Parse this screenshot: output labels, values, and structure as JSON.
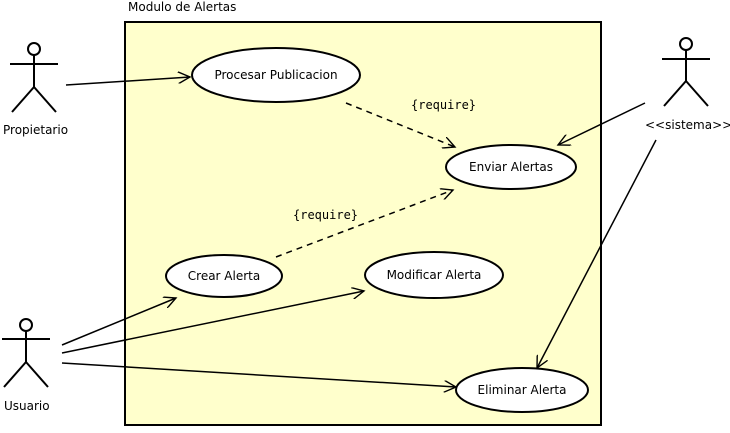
{
  "system": {
    "title": "Modulo de Alertas",
    "fill_color": "#ffffcc"
  },
  "actors": {
    "propietario": "Propietario",
    "usuario": "Usuario",
    "sistema": "<<sistema>>"
  },
  "use_cases": {
    "procesar_publicacion": "Procesar Publicacion",
    "enviar_alertas": "Enviar Alertas",
    "crear_alerta": "Crear Alerta",
    "modificar_alerta": "Modificar Alerta",
    "eliminar_alerta": "Eliminar Alerta"
  },
  "relations": {
    "require_1": "{require}",
    "require_2": "{require}"
  }
}
